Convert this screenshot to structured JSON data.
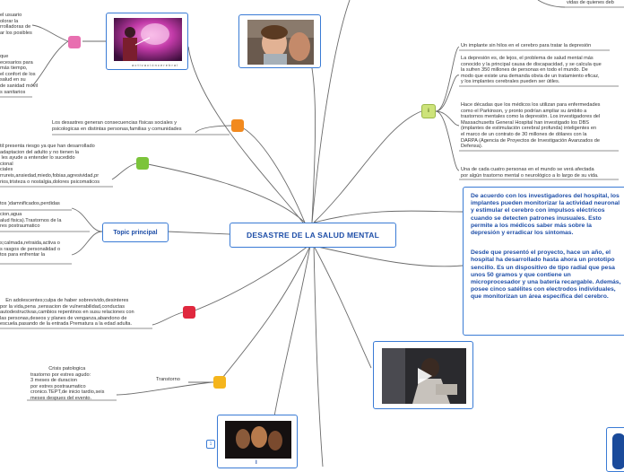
{
  "central_topic": "DESASTRE DE LA SALUD MENTAL",
  "topic_principal": "Topic principal",
  "top_right_text": "vidas de quienes deb",
  "right_column": [
    "Un implante sin hilos en el cerebro para tratar la depresión",
    "La depresión es, de lejos, el problema de salud mental más\nconocido y la principal causa de discapacidad, y se calcula que\nla sufren 350 millones de personas en todo el mundo. De\nmodo que existe una demanda obvia de un tratamiento eficaz,\ny los implantes cerebrales pueden ser útiles.",
    "Hace décadas que los médicos los utilizan para enfermedades\ncomo el Parkinson, y pronto podrían ampliar su ámbito a\ntrastornos mentales como la depresión. Los investigadores del\nMassachusetts General Hospital han investigado los DBS\n(implantes de estimulación cerebral profunda) inteligentes en\nel marco de un contrato de 30 millones de dólares con la\nDARPA (Agencia de Proyectos de Investigación Avanzados de\nDefensa).",
    "Una de cada cuatro personas en el mundo se verá afectada\npor algún trastorno mental o neurológico a lo largo de su vida."
  ],
  "blue_box": [
    "De acuerdo con los investigadores del hospital, los implantes pueden monitorizar la actividad neuronal y estimular el cerebro con impulsos eléctricos cuando se detecten patrones inusuales. Esto permite a los médicos saber más sobre la depresión y erradicar los síntomas.",
    "Desde que presentó el proyecto, hace un año, el hospital ha desarrollado hasta ahora un prototipo sencillo. Es un dispositivo de tipo radial que pesa unos 50 gramos y que contiene un microprocesador y una batería recargable. Además, posee cinco satélites con electrodos individuales, que monitorizan un área específica del cerebro."
  ],
  "left_texts": {
    "top": "el usuario\nolorar la\nrrolladoras de\nar los posibles",
    "top2": "que\necesarios para\nmás tiempo,\nel confort de los\nsalud en su\nde sanidad móvil\ns sanitarios",
    "pink_caption": "a c t i v a c i ó n  c e r e b r a l",
    "orange_line": "Los desastres generan consecuencias físicas sociales y\npsicologicas en distintas personas,familias y comunidades",
    "green": "til:presenta riesgo ya que han desarrollado\nadaptacion del adulto y no tienen la\n les ayude a entender lo sucedido\ncional\nciales\nrrureis,ansiedad,miedo,fobias,agresividad,pr\nrios,tristeza o nostalgia,dolores psicomaticos",
    "mid1": "tos )damnificados,perdidas",
    "mid2": "cion,agua\nalud fisica).Trastornos de la\nres postraumatico",
    "mid3": "s;calmada,retraida,activa o\ns rasgos de personalidad o\ntos para enfrentar la",
    "red": "    En adolescentes;culpa de haber sobrevivido,desinteres\npor la vida,pena ,sensacion de vulnerabilidad,conductas\nautodestructivas,cambios repentinos en susu relaciones con\nlas personas,deseos y planes de venganza,abandono de\nescuela.pasando de la entrada Prematura a la edad adulta.",
    "yellow": "             Crisis patologica\ntrastorno por estres agudo:\n3 meses de duracion\npor estres postraumatico\ncronico.TEPT,de inicio tardio,seis\nmeses despues del evento.",
    "transtorno": "Transtorno"
  },
  "bottom_badge": "1",
  "bottom_i": "I",
  "colors": {
    "line": "#6b6b6b",
    "pink": "#e86fb0",
    "orange": "#f28a1f",
    "green": "#7cc43b",
    "red": "#e0283e",
    "yellow": "#f5b51c",
    "lime": "#cde37a",
    "blue": "#3a7bd5"
  }
}
